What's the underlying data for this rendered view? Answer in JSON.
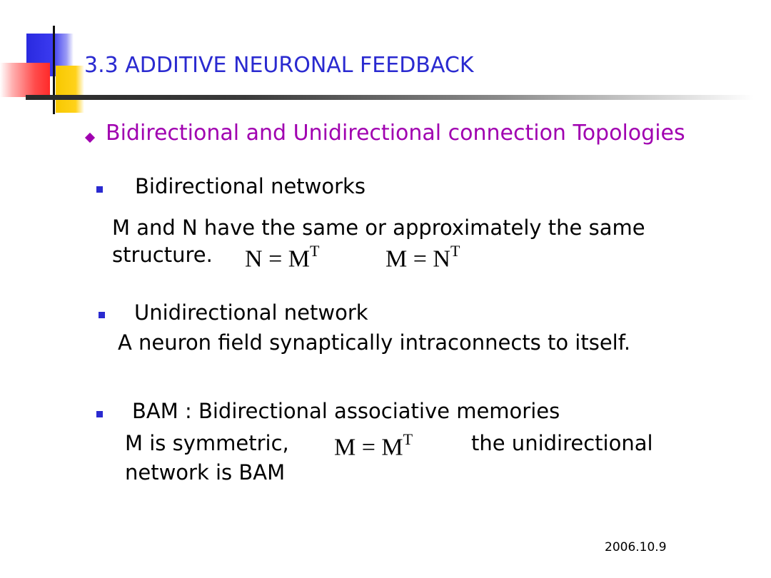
{
  "slide": {
    "title": "3.3 ADDITIVE NEURONAL FEEDBACK",
    "subtitle": "Bidirectional and Unidirectional connection Topologies",
    "sections": [
      {
        "heading": "Bidirectional networks",
        "line1": "M and N have the same or approximately the same",
        "line2": "structure.",
        "eq1": {
          "lhs": "N",
          "op": "=",
          "rhs": "M",
          "sup": "T"
        },
        "eq2": {
          "lhs": "M",
          "op": "=",
          "rhs": "N",
          "sup": "T"
        }
      },
      {
        "heading": "Unidirectional network",
        "line1": "A neuron field synaptically intraconnects to itself."
      },
      {
        "heading": "BAM : Bidirectional associative memories",
        "line1a": "M is symmetric,",
        "eq": {
          "lhs": "M",
          "op": "=",
          "rhs": "M",
          "sup": "T"
        },
        "line1b": "the unidirectional",
        "line2": "network is BAM"
      }
    ],
    "date": "2006.10.9"
  },
  "colors": {
    "title": "#2a2ad0",
    "subtitle": "#a000b0",
    "bullet_square": "#2a2ad0",
    "bullet_diamond": "#a000b0",
    "deco_blue": "#2a2adf",
    "deco_yellow": "#f7c800",
    "deco_red": "#ff2a2a"
  },
  "icons": {
    "subtitle_bullet": "diamond-bullet-icon",
    "item_bullet": "square-bullet-icon"
  }
}
